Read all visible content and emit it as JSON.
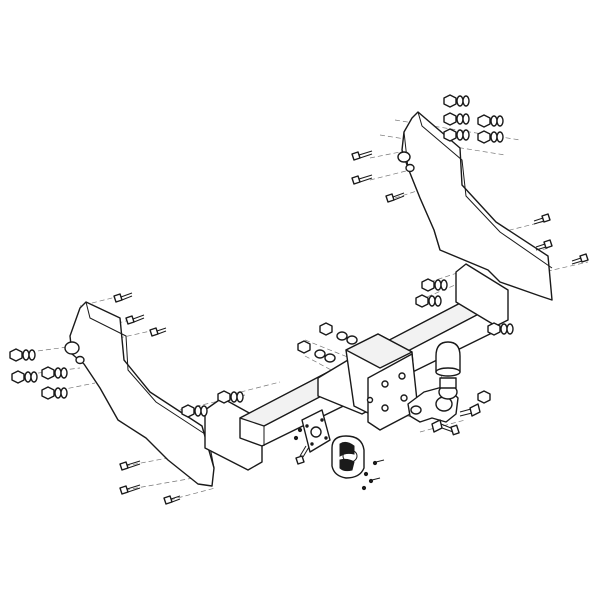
{
  "diagram": {
    "kind": "exploded-assembly",
    "colors": {
      "line": "#1a1a1a",
      "guide": "#777777",
      "fill": "#ffffff",
      "shade": "#f2f2f2"
    },
    "parts": [
      "right-side-bracket",
      "left-side-bracket",
      "main-crossbar",
      "center-tow-plate",
      "tow-ball-neck",
      "tow-ball-cap",
      "electrical-socket",
      "socket-mounting-plate",
      "bolts",
      "nuts",
      "washers"
    ]
  }
}
